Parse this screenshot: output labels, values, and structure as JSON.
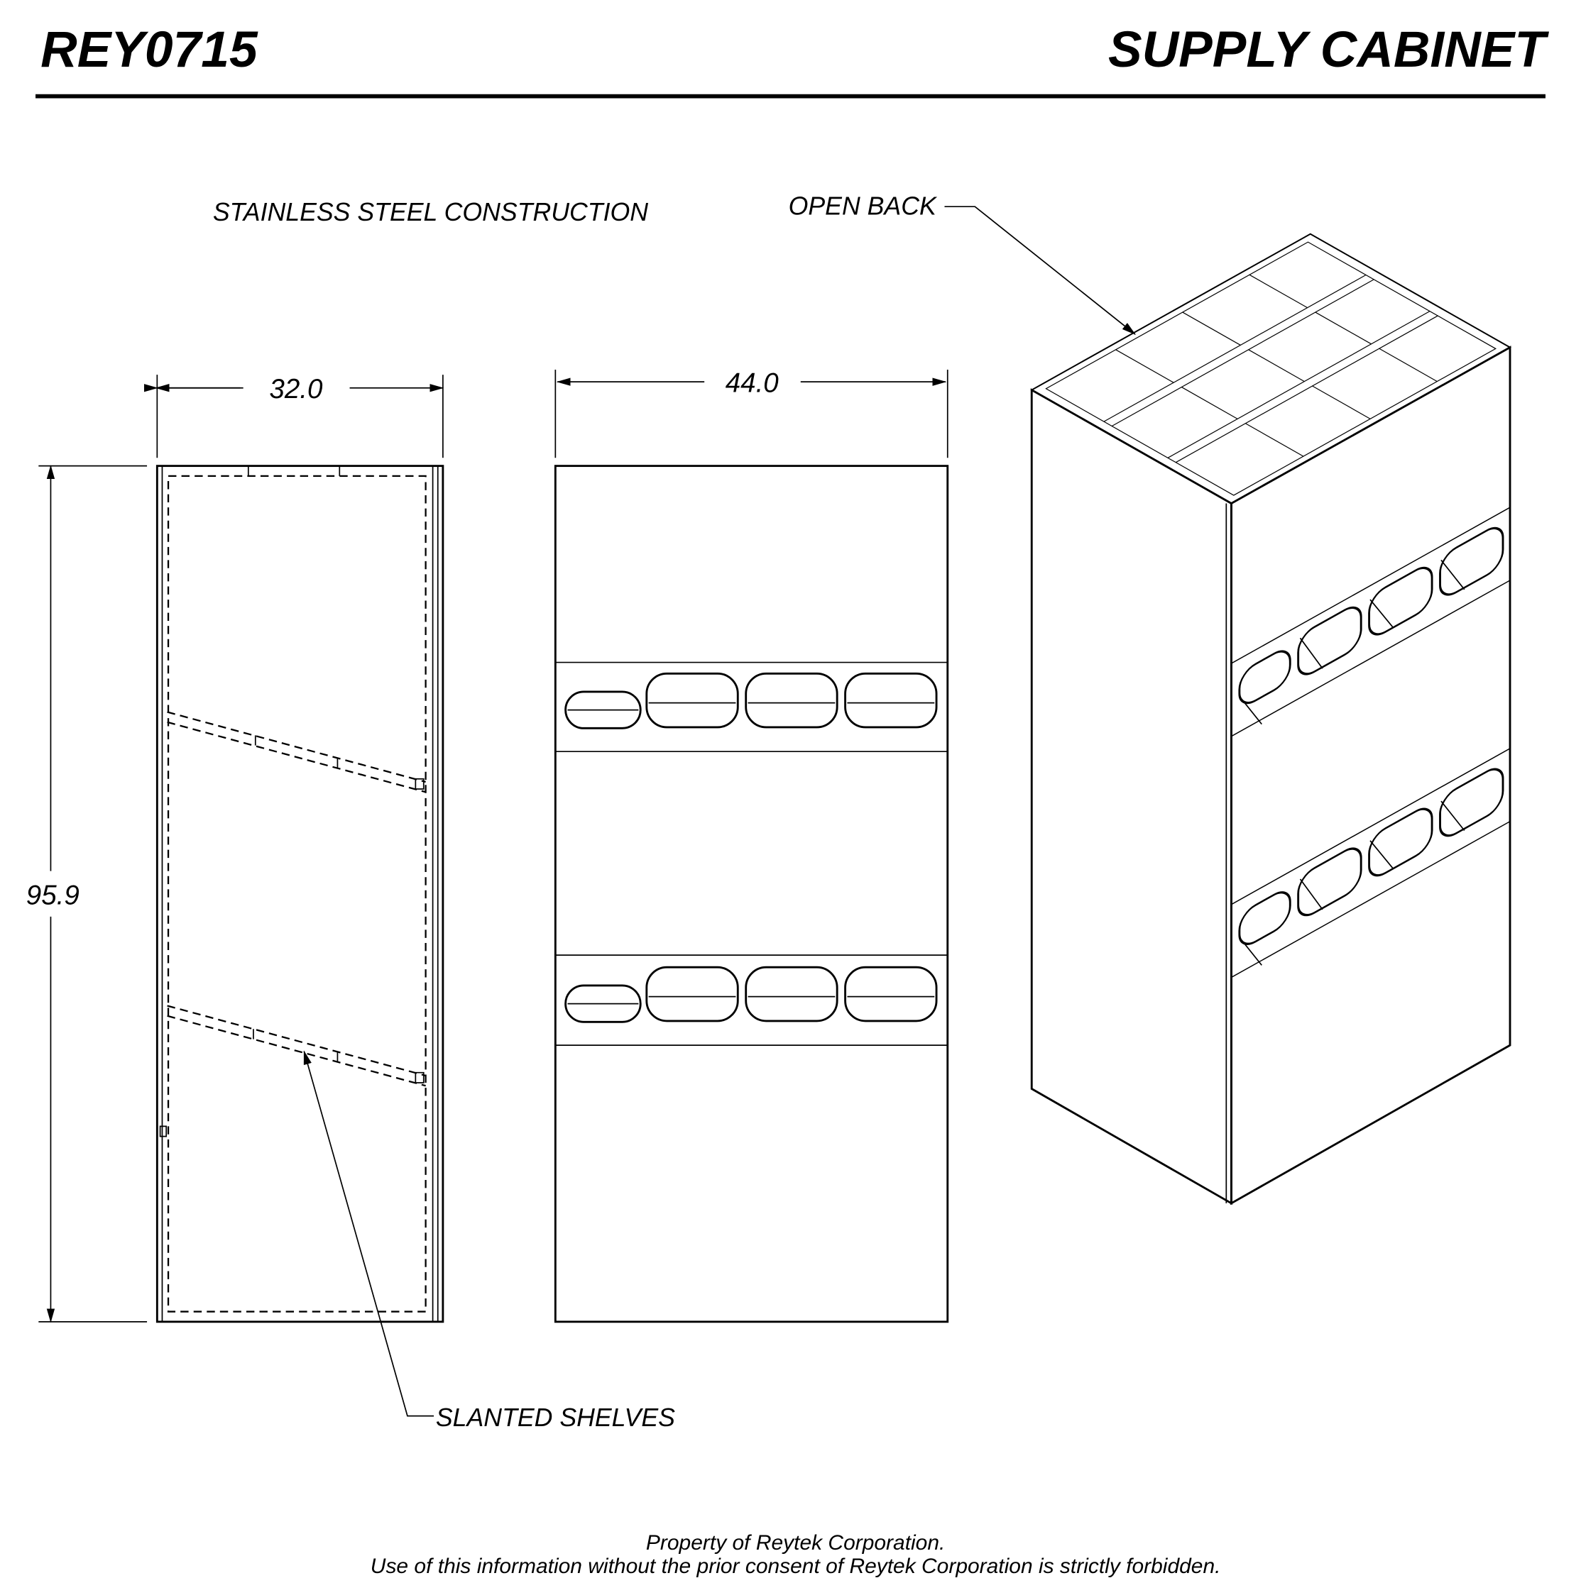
{
  "header": {
    "part_number": "REY0715",
    "title": "SUPPLY CABINET"
  },
  "notes": {
    "material": "STAINLESS STEEL CONSTRUCTION",
    "open_back": "OPEN BACK",
    "shelves": "SLANTED SHELVES"
  },
  "dimensions": {
    "side_width": "32.0",
    "front_width": "44.0",
    "height": "95.9"
  },
  "footer": {
    "line1": "Property of Reytek Corporation.",
    "line2": "Use of this information without the prior consent of Reytek Corporation is strictly forbidden."
  }
}
